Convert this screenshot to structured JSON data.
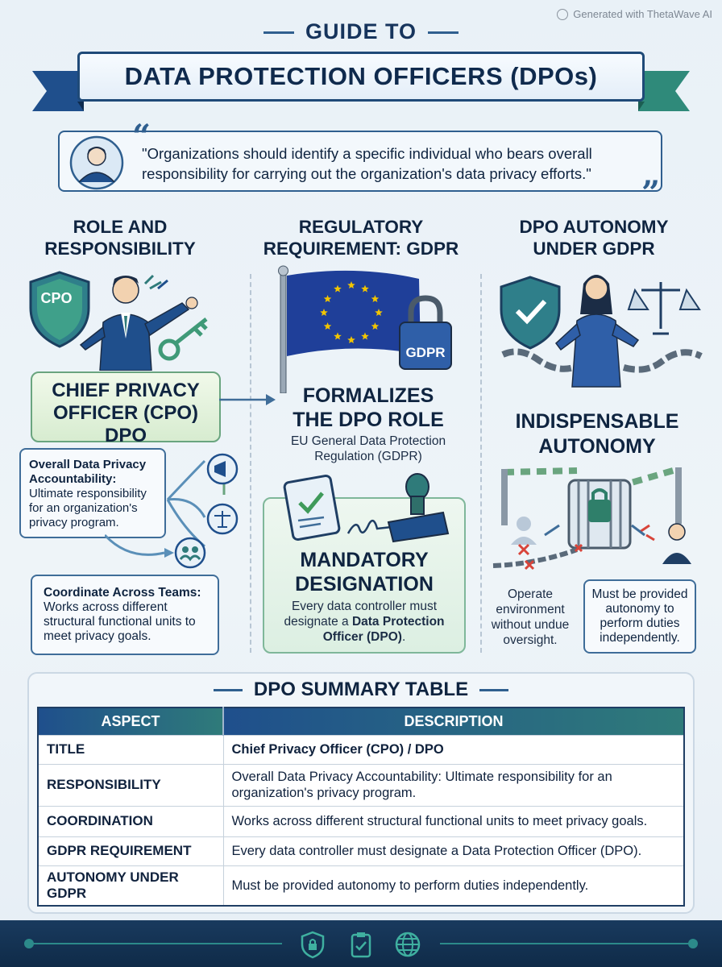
{
  "watermark": "Generated with ThetaWave AI",
  "header": {
    "kicker": "GUIDE TO",
    "title": "DATA PROTECTION OFFICERS (DPOs)"
  },
  "quote": {
    "text": "\"Organizations should identify a specific individual who bears overall responsibility for carrying out the organization's data privacy efforts.\""
  },
  "columns": {
    "role": {
      "title_line1": "ROLE AND",
      "title_line2": "RESPONSIBILITY",
      "shield_label": "CPO",
      "badge_line1": "CHIEF PRIVACY",
      "badge_line2": "OFFICER (CPO)",
      "badge_line3": "DPO",
      "accountability_title": "Overall Data Privacy Accountability:",
      "accountability_text": "Ultimate responsibility for an organization's privacy program.",
      "coordinate_title": "Coordinate Across Teams:",
      "coordinate_text": "Works across different structural functional units to meet privacy goals."
    },
    "gdpr": {
      "title_line1": "REGULATORY",
      "title_line2": "REQUIREMENT: GDPR",
      "lock_label": "GDPR",
      "formalizes_line1": "FORMALIZES",
      "formalizes_line2": "THE DPO ROLE",
      "regulation_line1": "EU General Data Protection",
      "regulation_line2": "Regulation (GDPR)",
      "mandatory_line1": "MANDATORY",
      "mandatory_line2": "DESIGNATION",
      "mandatory_text_pre": "Every data controller must designate a",
      "mandatory_text_bold": "Data Protection Officer (DPO)",
      "mandatory_text_post": "."
    },
    "autonomy": {
      "title_line1": "DPO AUTONOMY",
      "title_line2": "UNDER GDPR",
      "indispensable_line1": "INDISPENSABLE",
      "indispensable_line2": "AUTONOMY",
      "operate_text": "Operate environment without undue oversight.",
      "provided_text": "Must be provided autonomy to perform duties independently."
    }
  },
  "summary": {
    "title": "DPO SUMMARY TABLE",
    "headers": [
      "ASPECT",
      "DESCRIPTION"
    ],
    "rows": [
      {
        "aspect": "TITLE",
        "description": "Chief Privacy Officer (CPO) / DPO"
      },
      {
        "aspect": "RESPONSIBILITY",
        "description": "Overall Data Privacy Accountability: Ultimate responsibility for an organization's privacy program."
      },
      {
        "aspect": "COORDINATION",
        "description": "Works across different structural functional units to meet privacy goals."
      },
      {
        "aspect": "GDPR REQUIREMENT",
        "description": "Every data controller must designate a Data Protection Officer (DPO)."
      },
      {
        "aspect": "AUTONOMY UNDER GDPR",
        "description": "Must be provided autonomy to perform duties independently."
      }
    ]
  },
  "footer": {
    "icons": [
      "shield-lock-icon",
      "clipboard-check-icon",
      "globe-icon"
    ]
  },
  "colors": {
    "navy": "#0f2440",
    "blue": "#1f4f8c",
    "teal": "#2f7b7a",
    "green": "#6aa57f",
    "eu_blue": "#1f3f99",
    "eu_star": "#f2c500"
  }
}
